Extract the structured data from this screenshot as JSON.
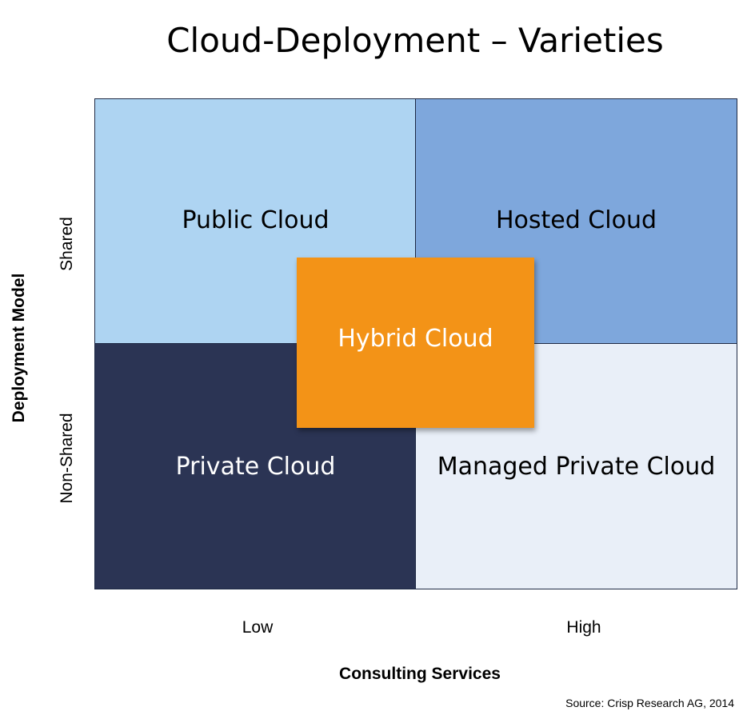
{
  "title": "Cloud-Deployment – Varieties",
  "y_axis": {
    "title": "Deployment Model",
    "ticks": [
      "Shared",
      "Non-Shared"
    ]
  },
  "x_axis": {
    "title": "Consulting Services",
    "ticks": [
      "Low",
      "High"
    ]
  },
  "quadrants": {
    "top_left": {
      "label": "Public Cloud",
      "fill": "#aed4f2",
      "text_color": "#000000"
    },
    "top_right": {
      "label": "Hosted Cloud",
      "fill": "#7ea7dc",
      "text_color": "#000000"
    },
    "bottom_left": {
      "label": "Private Cloud",
      "fill": "#2b3454",
      "text_color": "#ffffff"
    },
    "bottom_right": {
      "label": "Managed Private Cloud",
      "fill": "#e9eff8",
      "text_color": "#000000"
    }
  },
  "overlay": {
    "label": "Hybrid Cloud",
    "fill": "#f39317",
    "text_color": "#ffffff"
  },
  "source": "Source: Crisp Research AG, 2014"
}
